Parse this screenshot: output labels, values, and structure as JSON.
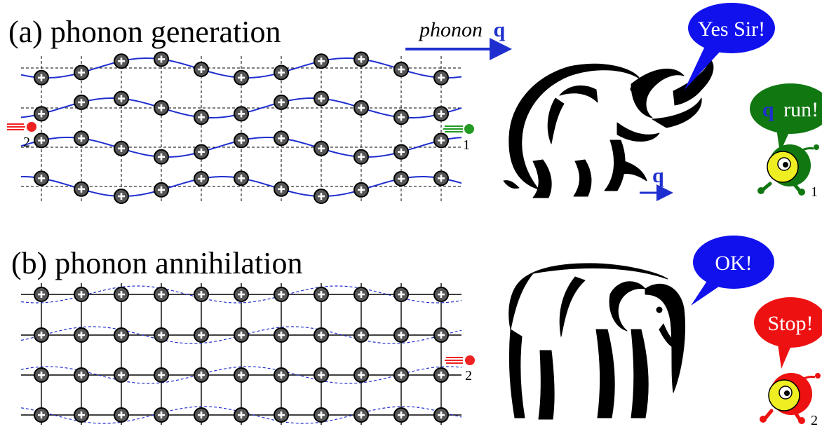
{
  "panel_a": {
    "title": "(a) phonon generation",
    "phonon_word": "phonon",
    "q_symbol": "q",
    "electron_in_label": "2",
    "electron_out_label": "1",
    "elephant_speech": "Yes Sir!",
    "elephant_q_label": "q",
    "runner_speech_q": "q",
    "runner_speech_text": "run!",
    "runner_label": "1"
  },
  "panel_b": {
    "title": "(b) phonon annihilation",
    "electron_label": "2",
    "elephant_speech": "OK!",
    "runner_speech": "Stop!",
    "runner_label": "2"
  },
  "colors": {
    "wave": "#1f2fcf",
    "blue_bubble": "#1111ee",
    "green_bubble": "#117711",
    "red_bubble": "#ee1111",
    "electron_red": "#ee2222",
    "electron_green": "#229922",
    "runner_yellow": "#eeee22"
  }
}
